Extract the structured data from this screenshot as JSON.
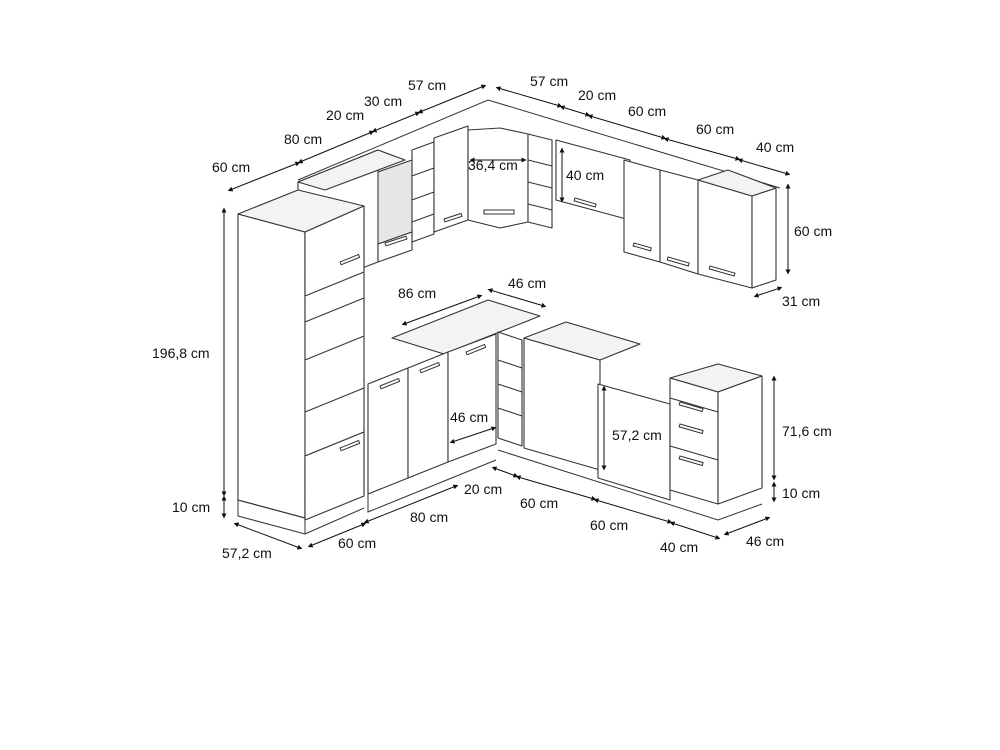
{
  "dimensions": {
    "top_60": "60 cm",
    "top_80": "80 cm",
    "top_20": "20 cm",
    "top_30": "30 cm",
    "top_57a": "57 cm",
    "top_57b": "57 cm",
    "top_20b": "20 cm",
    "top_60b": "60 cm",
    "top_60c": "60 cm",
    "top_40": "40 cm",
    "wall_height": "60 cm",
    "wall_depth": "31 cm",
    "corner_inner": "36,4 cm",
    "hood_height": "40 cm",
    "tall_height": "196,8 cm",
    "tall_plinth": "10 cm",
    "tall_depth": "57,2 cm",
    "base_86": "86 cm",
    "base_46": "46 cm",
    "base_inner_46": "46 cm",
    "dishwasher": "57,2 cm",
    "base_height": "71,6 cm",
    "base_plinth": "10 cm",
    "bottom_60": "60 cm",
    "bottom_80": "80 cm",
    "bottom_20": "20 cm",
    "bottom_60b": "60 cm",
    "bottom_60c": "60 cm",
    "bottom_40": "40 cm",
    "bottom_46": "46 cm"
  }
}
